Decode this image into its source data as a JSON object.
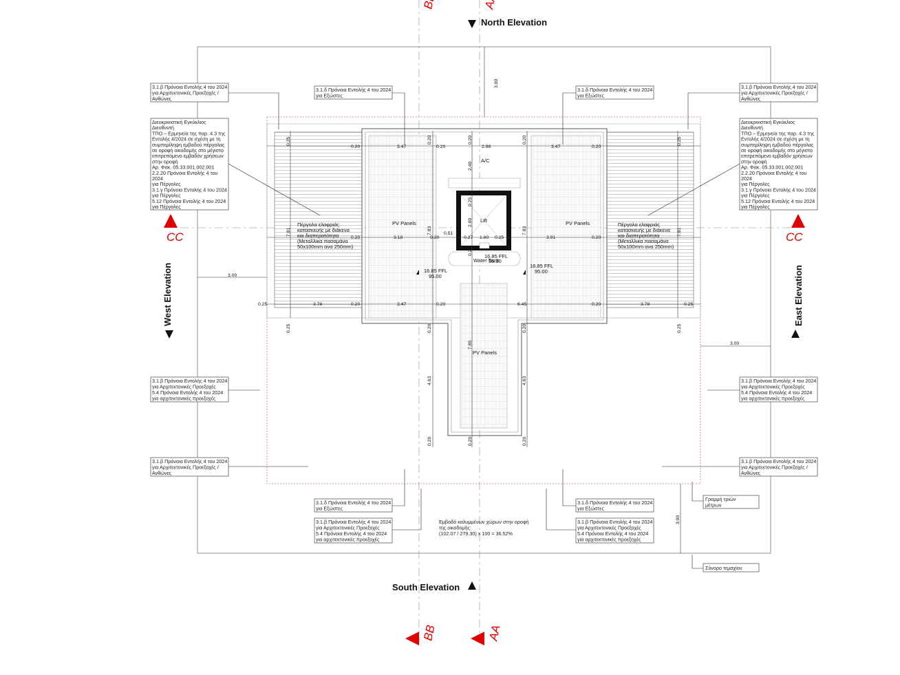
{
  "elevations": {
    "north": "North Elevation",
    "south": "South Elevation",
    "west": "West Elevation",
    "east": "East Elevation"
  },
  "sections": {
    "aa": "AA",
    "bb": "BB",
    "cc": "CC"
  },
  "notes": {
    "arch_proj_top_left": [
      "3.1.β Πρόνοια Εντολής 4 του 2024",
      "για Αρχιτεκτονικές Προεξοχές /",
      "Ανθώνες"
    ],
    "arch_proj_top_right": [
      "3.1.β Πρόνοια Εντολής 4 του 2024",
      "για Αρχιτεκτονικές Προεξοχές /",
      "Ανθώνες"
    ],
    "exostes_top_left": [
      "3.1.δ Πρόνοια Εντολής 4 του 2024",
      "για Εξώστες"
    ],
    "exostes_top_right": [
      "3.1.δ Πρόνοια Εντολής 4 του 2024",
      "για Εξώστες"
    ],
    "circular_left": [
      "Διευκρινιστική Εγκύκλιος",
      "Διευθυντή",
      "ΤΠΟ – Ερμηνεία της παρ. 4.3 της",
      "Εντολής 4/2024 σε σχέση με τη",
      "συμπερίληψη εμβαδού πέργολας",
      "σε οροφή οικοδομής στο μέγιστο",
      "επιτρεπόμενο εμβαδόν χρήσεων",
      "στην οροφή",
      "Αρ. Φακ. 05.33.001.002.001",
      "2.2.20 Πρόνοια Εντολής 4 του",
      "2024",
      "για Πέργολες",
      "3.1.γ Πρόνοια Εντολής 4 του 2024",
      "για Πέργολες",
      "5.12 Πρόνοια Εντολής 4 του 2024",
      "για Πέργολες"
    ],
    "circular_right": [
      "Διευκρινιστική Εγκύκλιος",
      "Διευθυντή",
      "ΤΠΟ – Ερμηνεία της παρ. 4.3 της",
      "Εντολής 4/2024 σε σχέση με τη",
      "συμπερίληψη εμβαδού πέργολας",
      "σε οροφή οικοδομής στο μέγιστο",
      "επιτρεπόμενο εμβαδόν χρήσεων",
      "στην οροφή",
      "Αρ. Φακ. 05.33.001.002.001",
      "2.2.20 Πρόνοια Εντολής 4 του",
      "2024",
      "για Πέργολες",
      "3.1.γ Πρόνοια Εντολής 4 του 2024",
      "για Πέργολες",
      "5.12 Πρόνοια Εντολής 4 του 2024",
      "για Πέργολες"
    ],
    "arch_mid_left": [
      "3.1.β Πρόνοια Εντολής 4 του 2024",
      "για Αρχιτεκτονικές Προεξοχές",
      "5.4 Πρόνοια Εντολής 4 του 2024",
      "για αρχιτεκτονικές προεξοχές"
    ],
    "arch_mid_right": [
      "3.1.β Πρόνοια Εντολής 4 του 2024",
      "για Αρχιτεκτονικές Προεξοχές",
      "5.4 Πρόνοια Εντολής 4 του 2024",
      "για αρχιτεκτονικές προεξοχές"
    ],
    "arch_low_left": [
      "3.1.β Πρόνοια Εντολής 4 του 2024",
      "για Αρχιτεκτονικές Προεξοχές /",
      "Ανθώνες"
    ],
    "arch_low_right": [
      "3.1.β Πρόνοια Εντολής 4 του 2024",
      "για Αρχιτεκτονικές Προεξοχές /",
      "Ανθώνες"
    ],
    "exostes_bottom_left": [
      "3.1.δ Πρόνοια Εντολής 4 του 2024",
      "για Εξώστες"
    ],
    "exostes_bottom_right": [
      "3.1.δ Πρόνοια Εντολής 4 του 2024",
      "για Εξώστες"
    ],
    "arch_bottom_left": [
      "3.1.β Πρόνοια Εντολής 4 του 2024",
      "για Αρχιτεκτονικές Προεξοχές",
      "5.4 Πρόνοια Εντολής 4 του 2024",
      "για αρχιτεκτονικές προεξοχές"
    ],
    "arch_bottom_right": [
      "3.1.β Πρόνοια Εντολής 4 του 2024",
      "για Αρχιτεκτονικές Προεξοχές",
      "5.4 Πρόνοια Εντολής 4 του 2024",
      "για αρχιτεκτονικές προεξοχές"
    ],
    "three_meter_line": [
      "Γραμμή τριών",
      "μέτρων"
    ],
    "plot_boundary": [
      "Σύνορο τεμαχίου"
    ],
    "covered_area": [
      "Εμβαδό καλυμμένων χώρων στην οροφή",
      "της οικοδομής:",
      "(102.07 / 279.30) x 100 = 36.52%"
    ]
  },
  "labels": {
    "pergola_left": [
      "Πέργολα ελαφριάς",
      "κατασκευής με διάκενα",
      "και διαπερατότητα",
      "(Μεταλλικα πασαμάνα",
      "50x100mm ανα 250mm)"
    ],
    "pergola_right": [
      "Πέργολα ελαφριάς",
      "κατασκευής με διάκενα",
      "και διαπερατότητα",
      "(Μεταλλικα πασαμάνα",
      "50x100mm ανα 250mm)"
    ],
    "pv_panels": "PV Panels",
    "ac": "A/C",
    "lift": "Lift",
    "water_tank": "Water Tank",
    "ffl_center": "16.85 FFL",
    "ffl_center_elev": "95.00",
    "ffl_left": "16.85 FFL",
    "ffl_left_elev": "95.00",
    "ffl_right": "16.85 FFL",
    "ffl_right_elev": "95.00"
  },
  "dims": {
    "d300": "3.00",
    "d025": "0.25",
    "d020": "0.20",
    "d347": "3.47",
    "d298": "2.98",
    "d240": "2.40",
    "d200": "2.00",
    "d318": "3.18",
    "d051": "0.51",
    "d027": "0.27",
    "d180": "1.80",
    "d391": "3.91",
    "d781": "7.81",
    "d783": "7.83",
    "d378": "3.78",
    "d645": "6.45",
    "d785": "7.85",
    "d463": "4.63"
  },
  "colors": {
    "section_red": "#e00000",
    "setback_pink": "#e07070",
    "ink": "#222222"
  }
}
